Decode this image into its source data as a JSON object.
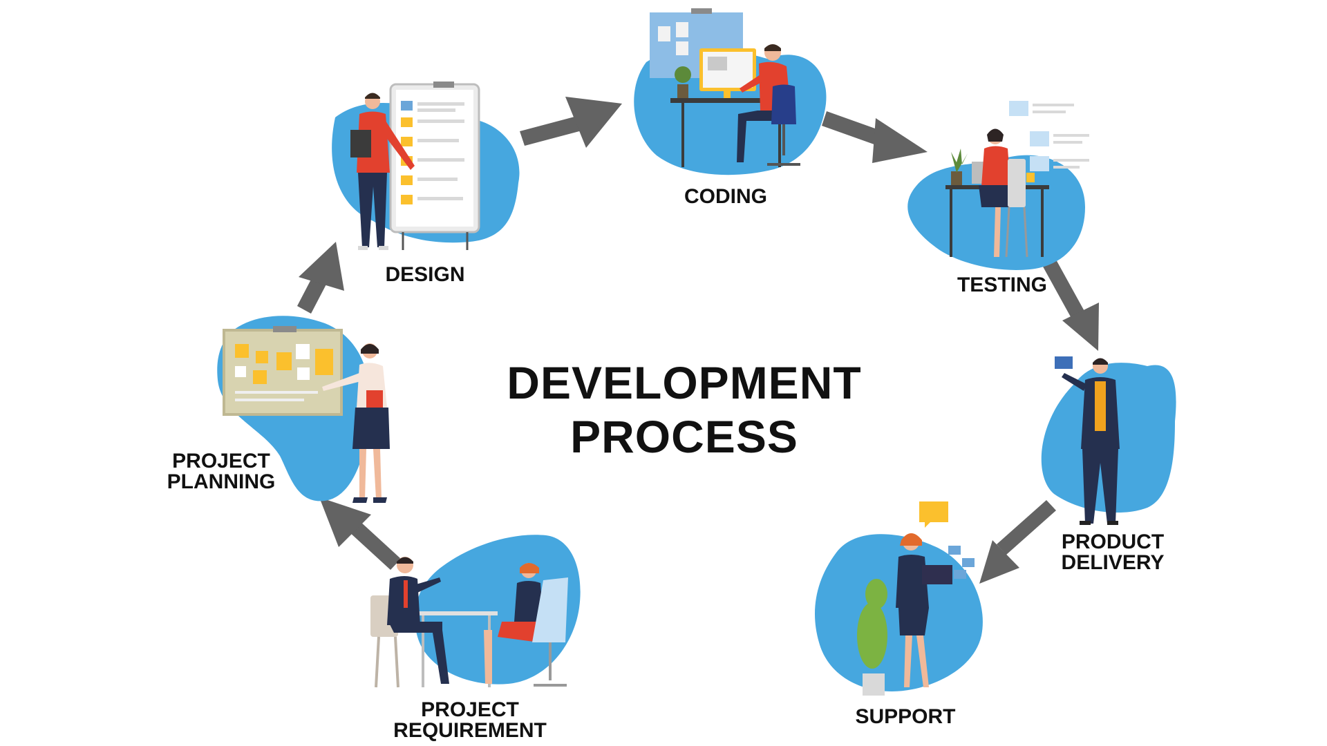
{
  "title": {
    "line1": "DEVELOPMENT",
    "line2": "PROCESS"
  },
  "steps": [
    {
      "id": "design",
      "label_lines": [
        "DESIGN"
      ]
    },
    {
      "id": "coding",
      "label_lines": [
        "CODING"
      ]
    },
    {
      "id": "testing",
      "label_lines": [
        "TESTING"
      ]
    },
    {
      "id": "product-delivery",
      "label_lines": [
        "PRODUCT",
        "DELIVERY"
      ]
    },
    {
      "id": "support",
      "label_lines": [
        "SUPPORT"
      ]
    },
    {
      "id": "project-requirement",
      "label_lines": [
        "PROJECT",
        "REQUIREMENT"
      ]
    },
    {
      "id": "project-planning",
      "label_lines": [
        "PROJECT",
        "PLANNING"
      ]
    }
  ],
  "colors": {
    "blob": "#46A7DF",
    "arrow": "#636363",
    "text": "#111111",
    "navy": "#25304F",
    "red": "#E2412E",
    "yellow": "#FBC02D",
    "board": "#D8D3B0",
    "paper": "#FFFFFF"
  }
}
